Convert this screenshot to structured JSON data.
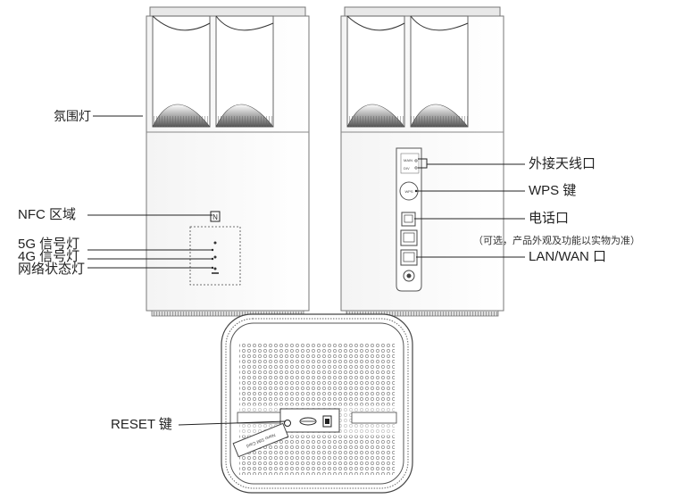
{
  "front_labels": {
    "ambient_light": "氛围灯",
    "nfc_area": "NFC 区域",
    "signal_5g": "5G 信号灯",
    "signal_4g": "4G 信号灯",
    "network_status": "网络状态灯"
  },
  "back_labels": {
    "external_antenna": "外接天线口",
    "wps_key": "WPS 键",
    "phone_port": "电话口",
    "phone_note": "（可选，产品外观及功能以实物为准）",
    "lan_wan_port": "LAN/WAN 口"
  },
  "bottom_labels": {
    "reset_key": "RESET 键"
  },
  "device_markings": {
    "antenna_main": "MAIN",
    "antenna_div": "DIV",
    "wps_button": "WPS",
    "sim_card": "Nano SIM Card",
    "nfc_symbol": "N"
  }
}
